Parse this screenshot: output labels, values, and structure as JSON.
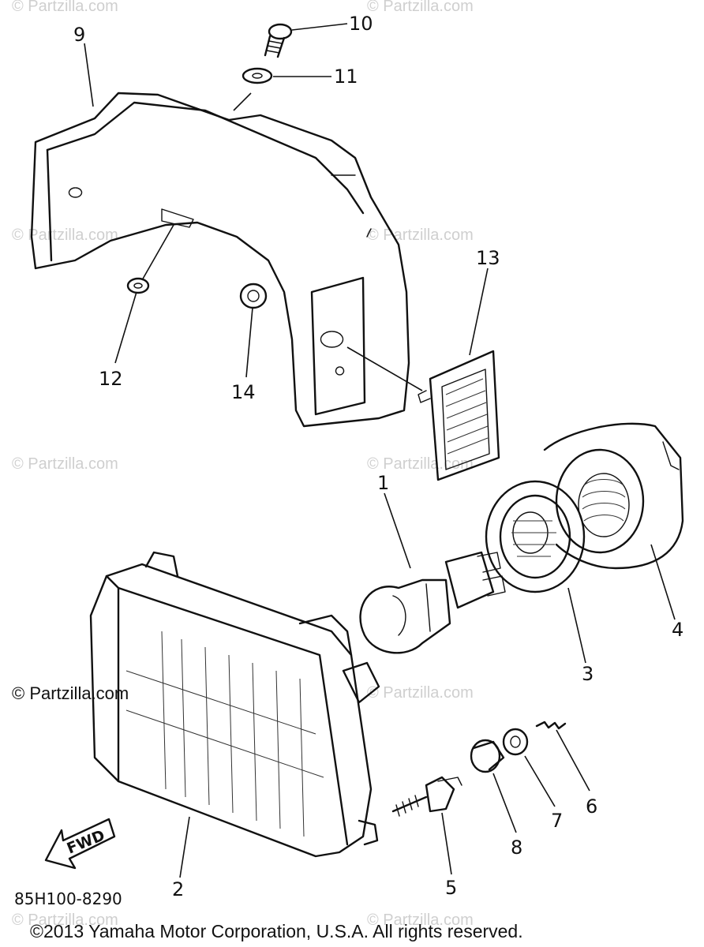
{
  "watermark_text": "© Partzilla.com",
  "watermark_main": "© Partzilla.com",
  "callouts": {
    "p1": "1",
    "p2": "2",
    "p3": "3",
    "p4": "4",
    "p5": "5",
    "p6": "6",
    "p7": "7",
    "p8": "8",
    "p9": "9",
    "p10": "10",
    "p11": "11",
    "p12": "12",
    "p13": "13",
    "p14": "14"
  },
  "direction_label": "FWD",
  "diagram_code": "85H100-8290",
  "copyright": "©2013 Yamaha Motor Corporation, U.S.A. All rights reserved."
}
